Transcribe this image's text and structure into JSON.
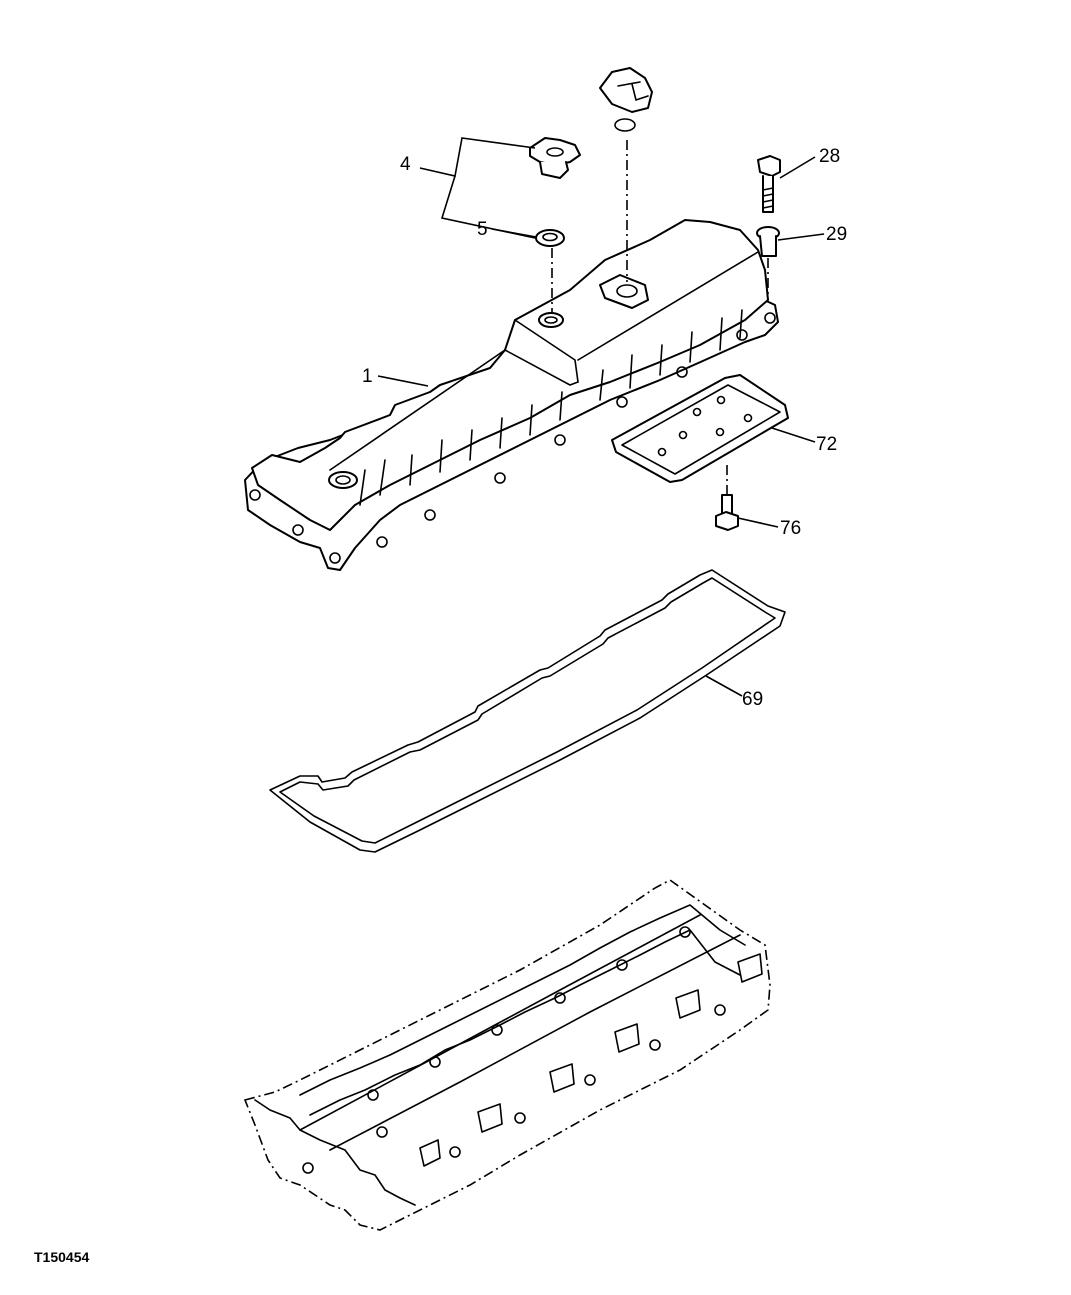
{
  "figure_id": "T150454",
  "callouts": {
    "c1": "1",
    "c4": "4",
    "c5": "5",
    "c28": "28",
    "c29": "29",
    "c69": "69",
    "c72": "72",
    "c76": "76"
  }
}
